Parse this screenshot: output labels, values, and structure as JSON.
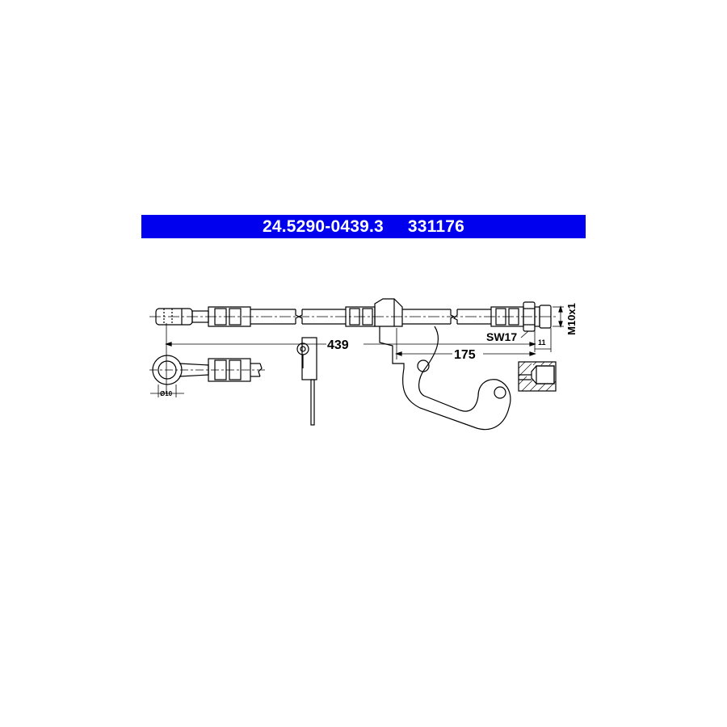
{
  "header": {
    "article_number": "24.5290-0439.3",
    "reference_number": "331176",
    "background_color": "#0000ee",
    "text_color": "#ffffff"
  },
  "drawing": {
    "dimensions": {
      "overall_length": "439",
      "bracket_distance": "175",
      "wrench_size": "SW17",
      "thread": "M10x1",
      "thread_length": "11",
      "eye_diameter": "Ø10"
    }
  }
}
